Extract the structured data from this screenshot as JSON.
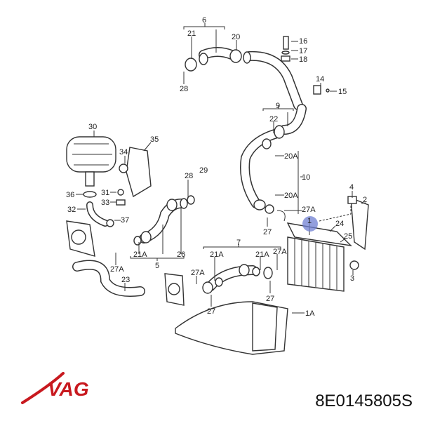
{
  "diagram": {
    "labels": [
      "6",
      "21",
      "20",
      "16",
      "17",
      "18",
      "28",
      "14",
      "15",
      "9",
      "22",
      "20A",
      "10",
      "20A",
      "27A",
      "27",
      "30",
      "35",
      "34",
      "28",
      "29",
      "36",
      "31",
      "33",
      "32",
      "37",
      "21A",
      "26",
      "5",
      "27A",
      "23",
      "7",
      "21A",
      "21A",
      "27A",
      "27A",
      "27",
      "27",
      "4",
      "2",
      "1",
      "24",
      "25",
      "3",
      "1A"
    ],
    "highlighted_label": "1",
    "highlight_color": "#6f7fd1"
  },
  "brand": {
    "logo_text": "VAG",
    "logo_color": "#c8191f"
  },
  "part_number": "8E0145805S"
}
